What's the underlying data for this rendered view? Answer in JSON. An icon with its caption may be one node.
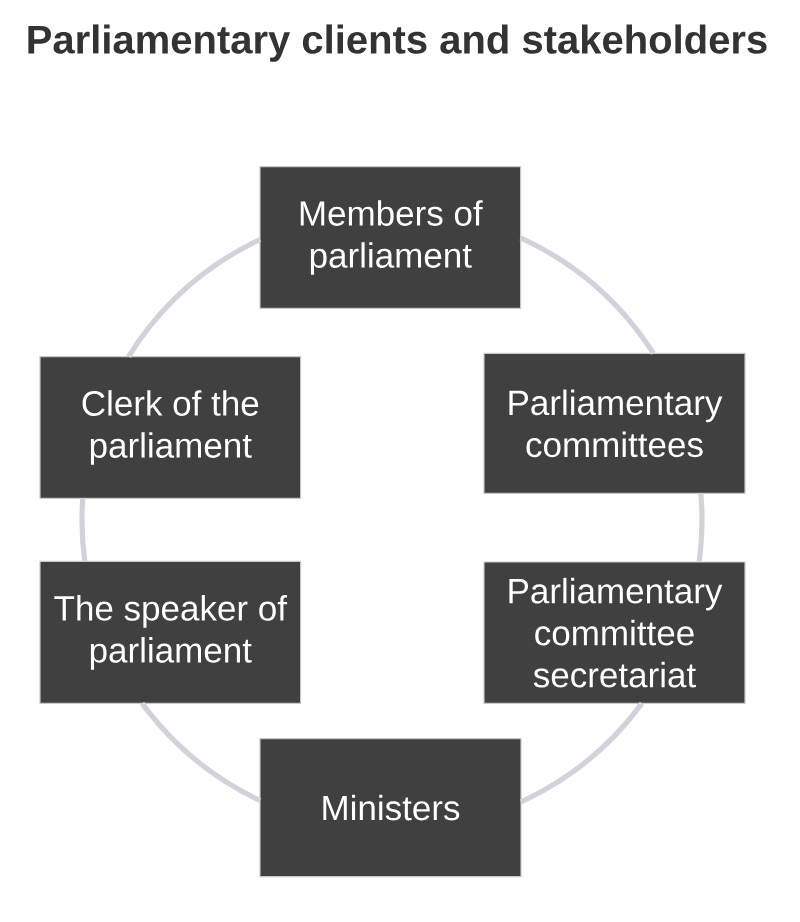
{
  "diagram": {
    "title": "Parliamentary clients and stakeholders",
    "nodes": [
      {
        "text": [
          "Members of parliament"
        ]
      },
      {
        "text": [
          "Clerk of the parliament"
        ]
      },
      {
        "text": [
          "Parliamentary committees"
        ]
      },
      {
        "text": [
          "The speaker of parliament"
        ]
      },
      {
        "text": [
          "Parliamentary committee secretariat"
        ]
      },
      {
        "text": [
          "Ministers"
        ]
      }
    ],
    "edges": [
      {
        "from": 0,
        "to": 2,
        "arrow": "none"
      },
      {
        "from": 2,
        "to": 4,
        "arrow": "none"
      },
      {
        "from": 4,
        "to": 5,
        "arrow": "none"
      },
      {
        "from": 5,
        "to": 3,
        "arrow": "none"
      },
      {
        "from": 3,
        "to": 1,
        "arrow": "none"
      },
      {
        "from": 1,
        "to": 0,
        "arrow": "none"
      }
    ]
  }
}
